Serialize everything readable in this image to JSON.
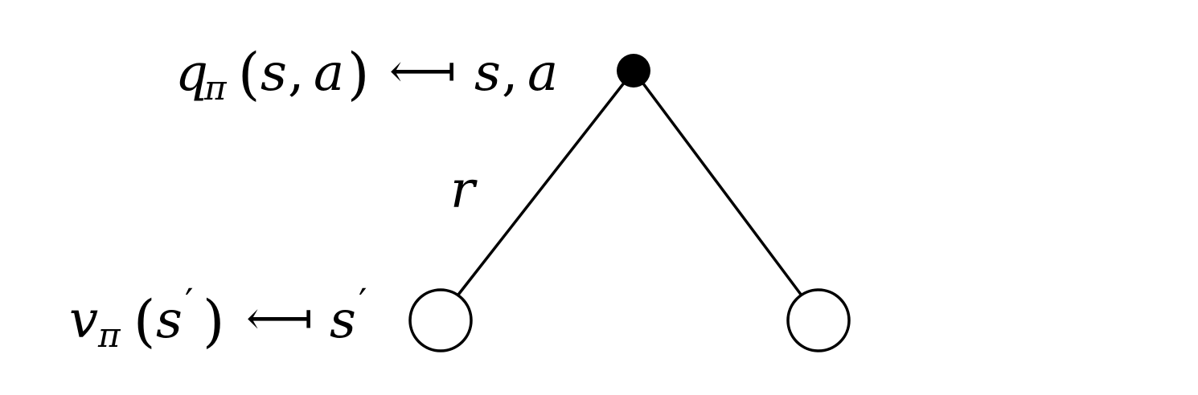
{
  "diagram": {
    "top_label": {
      "lhs_fn": "q",
      "lhs_sub": "π",
      "lhs_args_open": "(",
      "lhs_arg1": "s",
      "lhs_comma": ",",
      "lhs_arg2": "a",
      "lhs_args_close": ")",
      "arrow": "⟻",
      "rhs_s": "s",
      "rhs_comma": ",",
      "rhs_a": "a"
    },
    "edge_label": "r",
    "bottom_label": {
      "lhs_fn": "v",
      "lhs_sub": "π",
      "lhs_args_open": "(",
      "lhs_arg": "s",
      "lhs_prime": "′",
      "lhs_args_close": ")",
      "arrow": "⟻",
      "rhs_s": "s",
      "rhs_prime": "′"
    },
    "colors": {
      "ink": "#000000",
      "background": "#ffffff"
    }
  }
}
